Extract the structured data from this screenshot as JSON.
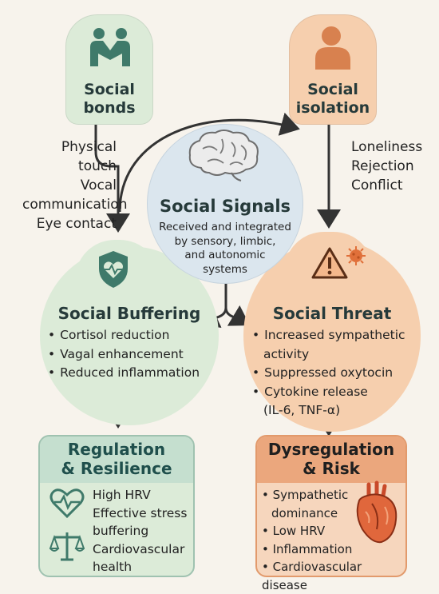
{
  "social_bonds": {
    "title_line1": "Social",
    "title_line2": "bonds",
    "items": [
      "Physical",
      "touch",
      "Vocal",
      "communication",
      "Eye contact"
    ]
  },
  "social_isolation": {
    "title_line1": "Social",
    "title_line2": "isolation",
    "items": [
      "Loneliness",
      "Rejection",
      "Conflict"
    ]
  },
  "social_signals": {
    "title": "Social Signals",
    "desc_lines": [
      "Received and integrated",
      "by sensory, limbic,",
      "and autonomic",
      "systems"
    ]
  },
  "social_buffering": {
    "title": "Social Buffering",
    "items": [
      "Cortisol reduction",
      "Vagal enhancement",
      "Reduced inflammation"
    ]
  },
  "social_threat": {
    "title": "Social Threat",
    "item1_line1": "Increased sympathetic",
    "item1_line2": "activity",
    "item2": "Suppressed oxytocin",
    "item3_line1": "Cytokine release",
    "item3_line2": "(IL-6, TNF-α)"
  },
  "regulation": {
    "title_line1": "Regulation",
    "title_line2": "& Resilience",
    "items": [
      "High HRV",
      "Effective stress",
      "buffering",
      "Cardiovascular",
      "health"
    ]
  },
  "dysregulation": {
    "title_line1": "Dysregulation",
    "title_line2": "& Risk",
    "items": [
      "Sympathetic",
      "dominance",
      "Low HRV",
      "Inflammation",
      "Cardiovascular disease"
    ]
  },
  "colors": {
    "green_fill": "#dcebd8",
    "green_dark": "#3f7a6a",
    "orange_fill": "#f6cfae",
    "orange_dark": "#d8814f",
    "blue_fill": "#dbe6ee",
    "bg": "#f7f3ec"
  },
  "icons": {
    "bonds": "handshake-icon",
    "isolation": "person-icon",
    "signals": "brain-icon",
    "buffering": "shield-heart-icon",
    "threat": "warning-triangle-icon",
    "threat_virus": "virus-icon",
    "regulation_heart": "heart-pulse-icon",
    "regulation_balance": "balance-scale-icon",
    "dysregulation": "anatomical-heart-icon"
  }
}
